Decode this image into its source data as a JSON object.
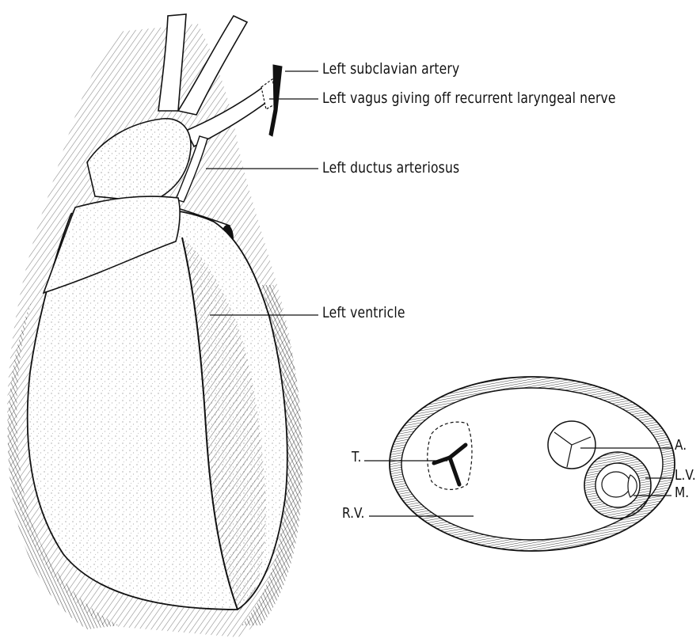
{
  "labels": {
    "left_subclavian": "Left subclavian artery",
    "left_vagus": "Left vagus giving off recurrent laryngeal nerve",
    "left_ductus": "Left ductus arteriosus",
    "left_ventricle": "Left ventricle"
  },
  "cross_section": {
    "tricuspid": "T.",
    "right_ventricle": "R.V.",
    "aorta": "A.",
    "left_ventricle": "L.V.",
    "mitral": "M."
  },
  "colors": {
    "ink": "#111111",
    "paper": "#ffffff"
  }
}
